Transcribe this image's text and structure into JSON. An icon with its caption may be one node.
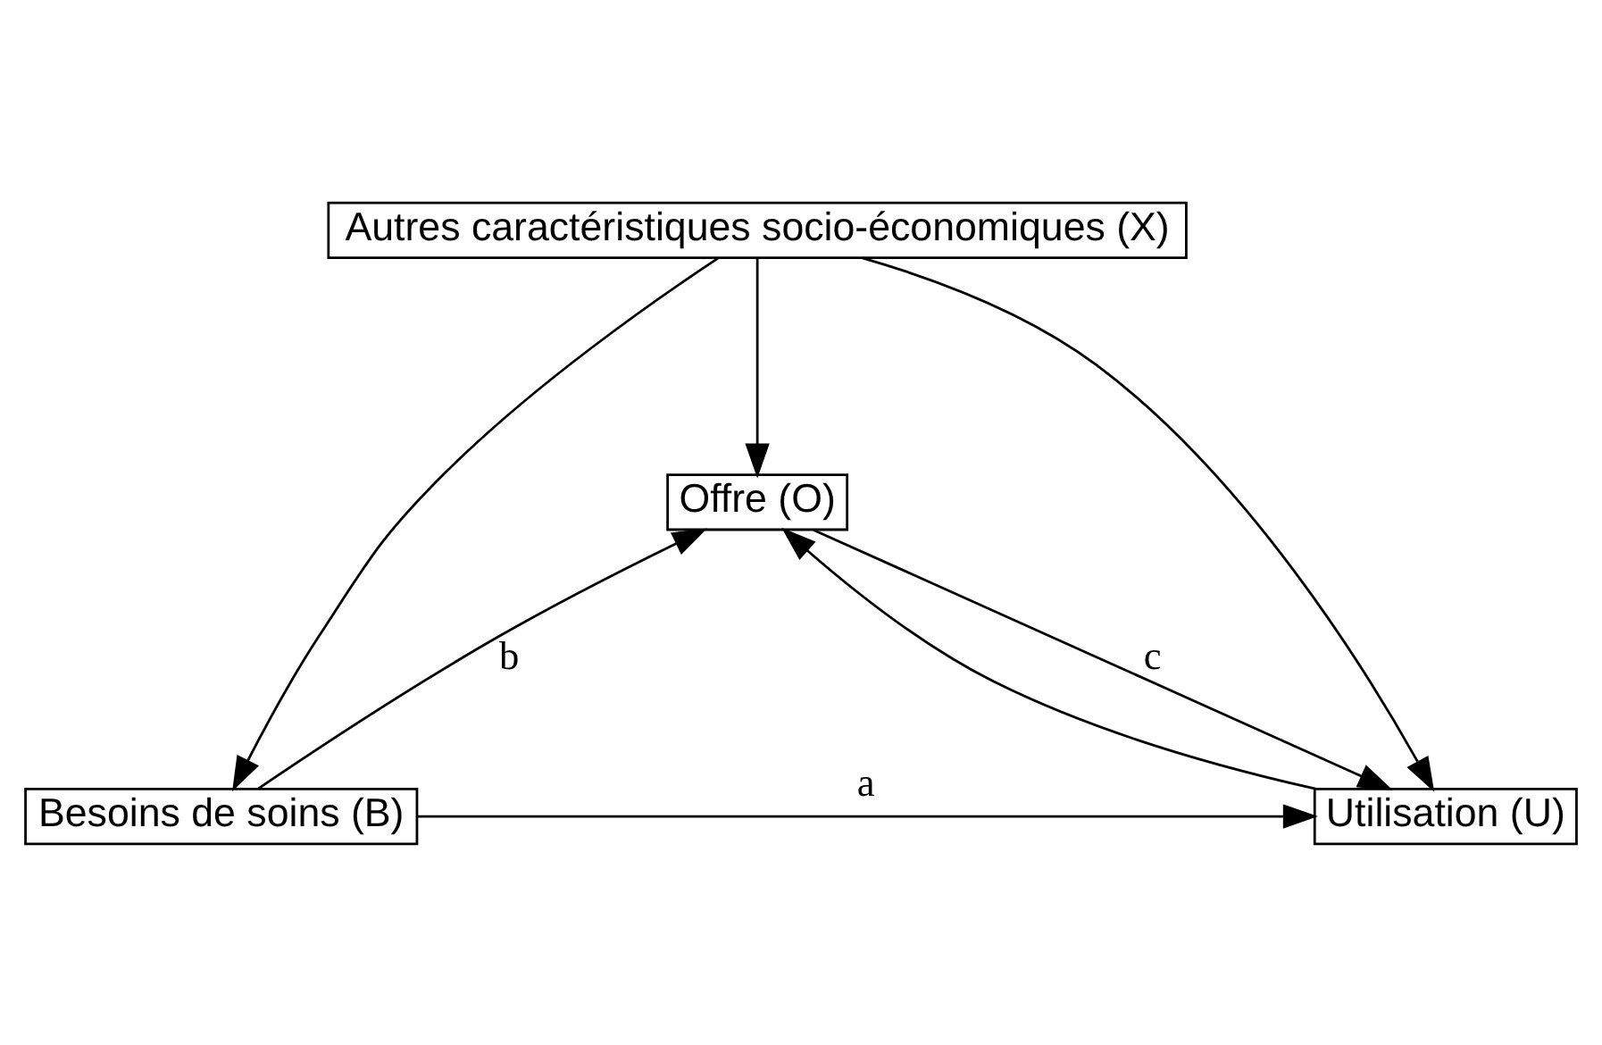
{
  "diagram": {
    "nodes": [
      {
        "text": [
          "Autres caractéristiques socio-économiques (X)"
        ]
      },
      {
        "text": [
          "Offre (O)"
        ]
      },
      {
        "text": [
          "Besoins de soins (B)"
        ]
      },
      {
        "text": [
          "Utilisation (U)"
        ]
      }
    ],
    "edges": [
      {
        "from": 0,
        "to": 1,
        "arrow": "to"
      },
      {
        "from": 0,
        "to": 2,
        "arrow": "to"
      },
      {
        "from": 0,
        "to": 3,
        "arrow": "to"
      },
      {
        "from": 2,
        "to": 1,
        "arrow": "to",
        "label": "b"
      },
      {
        "from": 1,
        "to": 3,
        "arrow": "to",
        "label": "c"
      },
      {
        "from": 3,
        "to": 1,
        "arrow": "to"
      },
      {
        "from": 2,
        "to": 3,
        "arrow": "to",
        "label": "a"
      }
    ]
  }
}
